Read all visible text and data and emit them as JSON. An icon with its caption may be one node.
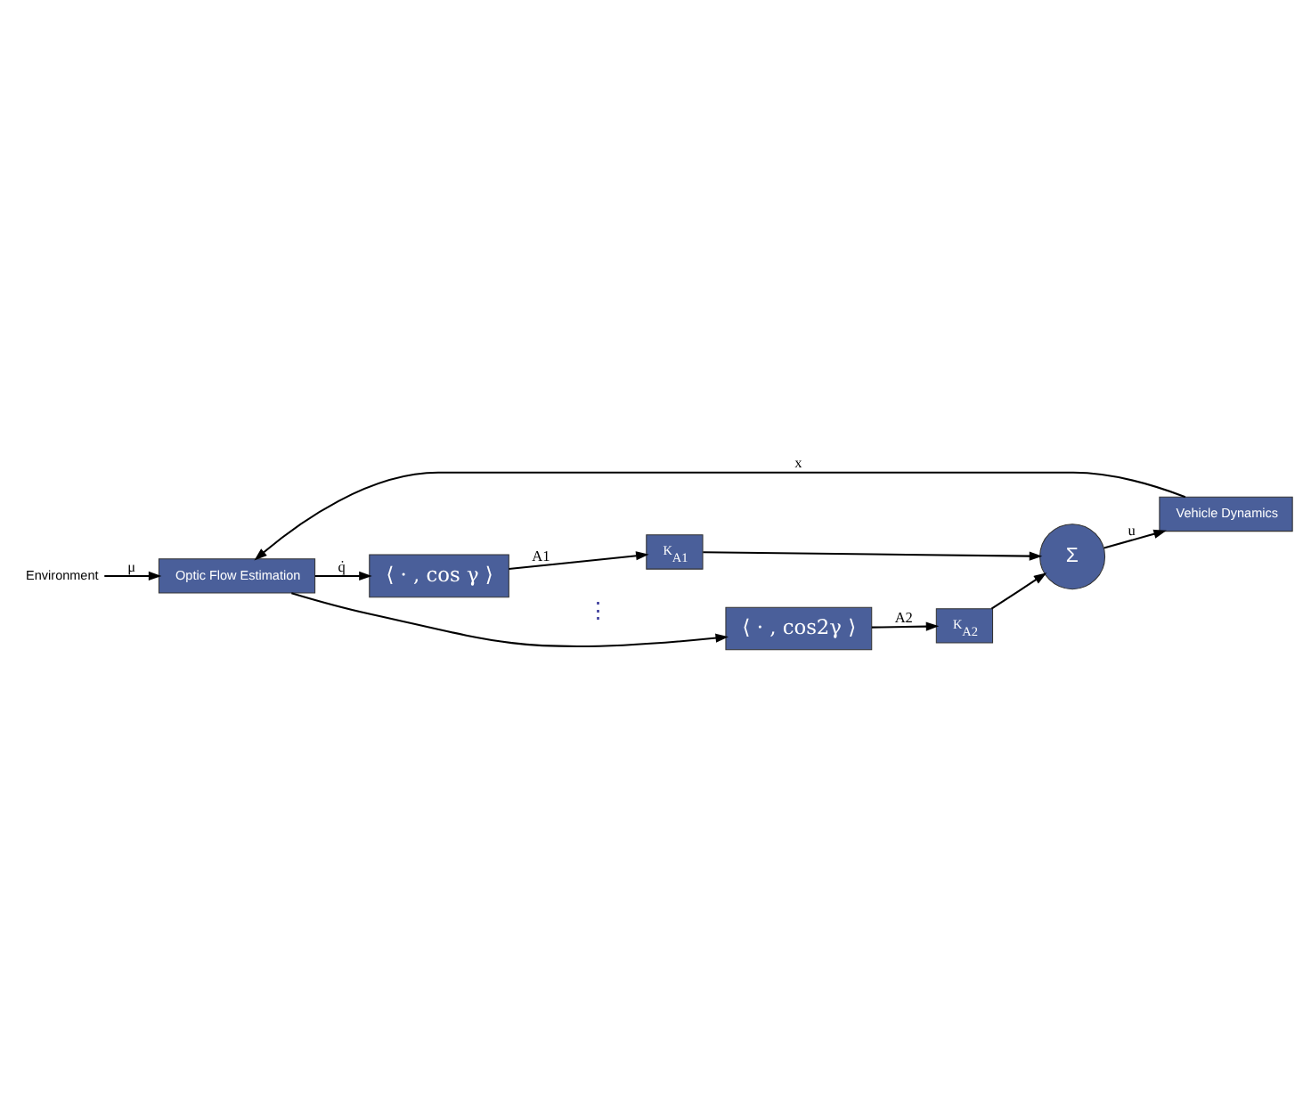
{
  "diagram": {
    "nodes": [
      {
        "text": [
          "Environment"
        ]
      },
      {
        "text": [
          "Vehicle Dynamics"
        ]
      },
      {
        "text": [
          "Optic Flow Estimation"
        ]
      },
      {
        "text": [
          "⟨ · , cos γ ⟩"
        ]
      },
      {
        "text": [
          "⟨ · , cos2γ ⟩"
        ]
      },
      {
        "text": [
          "K$_{A1}$"
        ]
      },
      {
        "text": [
          "K$_{A2}$"
        ]
      },
      {
        "text": [
          "Σ"
        ]
      }
    ],
    "edges": [
      {
        "from": 0,
        "to": 2,
        "arrow": "to",
        "label": "μ"
      },
      {
        "from": 7,
        "to": 1,
        "arrow": "to",
        "label": "u"
      },
      {
        "from": 1,
        "to": 2,
        "arrow": "to",
        "label": "x"
      },
      {
        "from": 2,
        "to": 3,
        "arrow": "to",
        "label": "q̇"
      },
      {
        "from": 2,
        "to": 4,
        "arrow": "to"
      },
      {
        "from": 3,
        "to": 5,
        "arrow": "to",
        "label": "A1"
      },
      {
        "from": 4,
        "to": 6,
        "arrow": "to",
        "label": "A2"
      },
      {
        "from": 5,
        "to": 7,
        "arrow": "to"
      },
      {
        "from": 6,
        "to": 7,
        "arrow": "to"
      }
    ],
    "labels": [
      "⋮"
    ]
  }
}
